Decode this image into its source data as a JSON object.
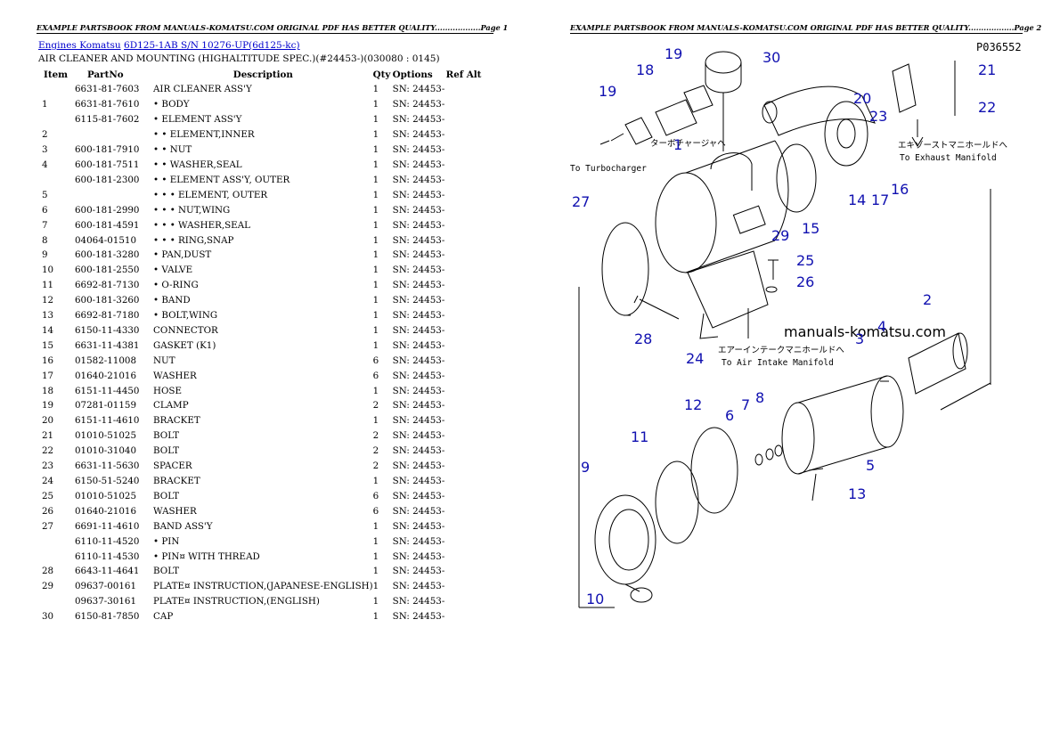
{
  "header": {
    "page1": "EXAMPLE PARTSBOOK FROM MANUALS-KOMATSU.COM ORIGINAL PDF HAS BETTER QUALITY..................Page 1",
    "page2": "EXAMPLE PARTSBOOK FROM MANUALS-KOMATSU.COM ORIGINAL PDF HAS BETTER QUALITY..................Page 2"
  },
  "breadcrumb": {
    "link1": "Engines Komatsu",
    "link2": "6D125-1AB S/N 10276-UP(6d125-kc)"
  },
  "subtitle": "AIR CLEANER AND MOUNTING (HIGHALTITUDE SPEC.)(#24453-)(030080 : 0145)",
  "table": {
    "headers": {
      "item": "Item",
      "partno": "PartNo",
      "description": "Description",
      "qty": "Qty",
      "options": "Options",
      "refalt": "Ref Alt"
    },
    "rows": [
      {
        "item": "",
        "part": "6631-81-7603",
        "desc": "AIR CLEANER ASS'Y",
        "qty": "1",
        "opt": "SN: 24453-"
      },
      {
        "item": "1",
        "part": "6631-81-7610",
        "desc": "• BODY",
        "qty": "1",
        "opt": "SN: 24453-"
      },
      {
        "item": "",
        "part": "6115-81-7602",
        "desc": "• ELEMENT ASS'Y",
        "qty": "1",
        "opt": "SN: 24453-"
      },
      {
        "item": "2",
        "part": "",
        "desc": "• • ELEMENT,INNER",
        "qty": "1",
        "opt": "SN: 24453-"
      },
      {
        "item": "3",
        "part": "600-181-7910",
        "desc": "• • NUT",
        "qty": "1",
        "opt": "SN: 24453-"
      },
      {
        "item": "4",
        "part": "600-181-7511",
        "desc": "• • WASHER,SEAL",
        "qty": "1",
        "opt": "SN: 24453-"
      },
      {
        "item": "",
        "part": "600-181-2300",
        "desc": "• • ELEMENT ASS'Y, OUTER",
        "qty": "1",
        "opt": "SN: 24453-"
      },
      {
        "item": "5",
        "part": "",
        "desc": "• • • ELEMENT, OUTER",
        "qty": "1",
        "opt": "SN: 24453-"
      },
      {
        "item": "6",
        "part": "600-181-2990",
        "desc": "• • • NUT,WING",
        "qty": "1",
        "opt": "SN: 24453-"
      },
      {
        "item": "7",
        "part": "600-181-4591",
        "desc": "• • • WASHER,SEAL",
        "qty": "1",
        "opt": "SN: 24453-"
      },
      {
        "item": "8",
        "part": "04064-01510",
        "desc": "• • • RING,SNAP",
        "qty": "1",
        "opt": "SN: 24453-"
      },
      {
        "item": "9",
        "part": "600-181-3280",
        "desc": "• PAN,DUST",
        "qty": "1",
        "opt": "SN: 24453-"
      },
      {
        "item": "10",
        "part": "600-181-2550",
        "desc": "• VALVE",
        "qty": "1",
        "opt": "SN: 24453-"
      },
      {
        "item": "11",
        "part": "6692-81-7130",
        "desc": "• O-RING",
        "qty": "1",
        "opt": "SN: 24453-"
      },
      {
        "item": "12",
        "part": "600-181-3260",
        "desc": "• BAND",
        "qty": "1",
        "opt": "SN: 24453-"
      },
      {
        "item": "13",
        "part": "6692-81-7180",
        "desc": "• BOLT,WING",
        "qty": "1",
        "opt": "SN: 24453-"
      },
      {
        "item": "14",
        "part": "6150-11-4330",
        "desc": "CONNECTOR",
        "qty": "1",
        "opt": "SN: 24453-"
      },
      {
        "item": "15",
        "part": "6631-11-4381",
        "desc": "GASKET (K1)",
        "qty": "1",
        "opt": "SN: 24453-"
      },
      {
        "item": "16",
        "part": "01582-11008",
        "desc": "NUT",
        "qty": "6",
        "opt": "SN: 24453-"
      },
      {
        "item": "17",
        "part": "01640-21016",
        "desc": "WASHER",
        "qty": "6",
        "opt": "SN: 24453-"
      },
      {
        "item": "18",
        "part": "6151-11-4450",
        "desc": "HOSE",
        "qty": "1",
        "opt": "SN: 24453-"
      },
      {
        "item": "19",
        "part": "07281-01159",
        "desc": "CLAMP",
        "qty": "2",
        "opt": "SN: 24453-"
      },
      {
        "item": "20",
        "part": "6151-11-4610",
        "desc": "BRACKET",
        "qty": "1",
        "opt": "SN: 24453-"
      },
      {
        "item": "21",
        "part": "01010-51025",
        "desc": "BOLT",
        "qty": "2",
        "opt": "SN: 24453-"
      },
      {
        "item": "22",
        "part": "01010-31040",
        "desc": "BOLT",
        "qty": "2",
        "opt": "SN: 24453-"
      },
      {
        "item": "23",
        "part": "6631-11-5630",
        "desc": "SPACER",
        "qty": "2",
        "opt": "SN: 24453-"
      },
      {
        "item": "24",
        "part": "6150-51-5240",
        "desc": "BRACKET",
        "qty": "1",
        "opt": "SN: 24453-"
      },
      {
        "item": "25",
        "part": "01010-51025",
        "desc": "BOLT",
        "qty": "6",
        "opt": "SN: 24453-"
      },
      {
        "item": "26",
        "part": "01640-21016",
        "desc": "WASHER",
        "qty": "6",
        "opt": "SN: 24453-"
      },
      {
        "item": "27",
        "part": "6691-11-4610",
        "desc": "BAND ASS'Y",
        "qty": "1",
        "opt": "SN: 24453-"
      },
      {
        "item": "",
        "part": "6110-11-4520",
        "desc": "• PIN",
        "qty": "1",
        "opt": "SN: 24453-"
      },
      {
        "item": "",
        "part": "6110-11-4530",
        "desc": "• PIN¤ WITH THREAD",
        "qty": "1",
        "opt": "SN: 24453-"
      },
      {
        "item": "28",
        "part": "6643-11-4641",
        "desc": "BOLT",
        "qty": "1",
        "opt": "SN: 24453-"
      },
      {
        "item": "29",
        "part": "09637-00161",
        "desc": "PLATE¤ INSTRUCTION,(JAPANESE-ENGLISH)",
        "qty": "1",
        "opt": "SN: 24453-"
      },
      {
        "item": "",
        "part": "09637-30161",
        "desc": "PLATE¤ INSTRUCTION,(ENGLISH)",
        "qty": "1",
        "opt": "SN: 24453-"
      },
      {
        "item": "30",
        "part": "6150-81-7850",
        "desc": "CAP",
        "qty": "1",
        "opt": "SN: 24453-"
      }
    ]
  },
  "diagram": {
    "code": "P036552",
    "watermark": "manuals-komatsu.com",
    "to_turbo_jp": "ターボチャージャへ",
    "to_turbo": "To Turbocharger",
    "to_exhaust_jp": "エキゾーストマニホールドへ",
    "to_exhaust": "To Exhaust Manifold",
    "to_intake_jp": "エアーインテークマニホールドへ",
    "to_intake": "To Air Intake Manifold",
    "callouts": [
      "1",
      "2",
      "3",
      "4",
      "5",
      "6",
      "7",
      "8",
      "9",
      "10",
      "11",
      "12",
      "13",
      "14",
      "15",
      "16",
      "17",
      "18",
      "19",
      "19",
      "20",
      "21",
      "22",
      "23",
      "24",
      "25",
      "26",
      "27",
      "28",
      "29",
      "30"
    ]
  }
}
